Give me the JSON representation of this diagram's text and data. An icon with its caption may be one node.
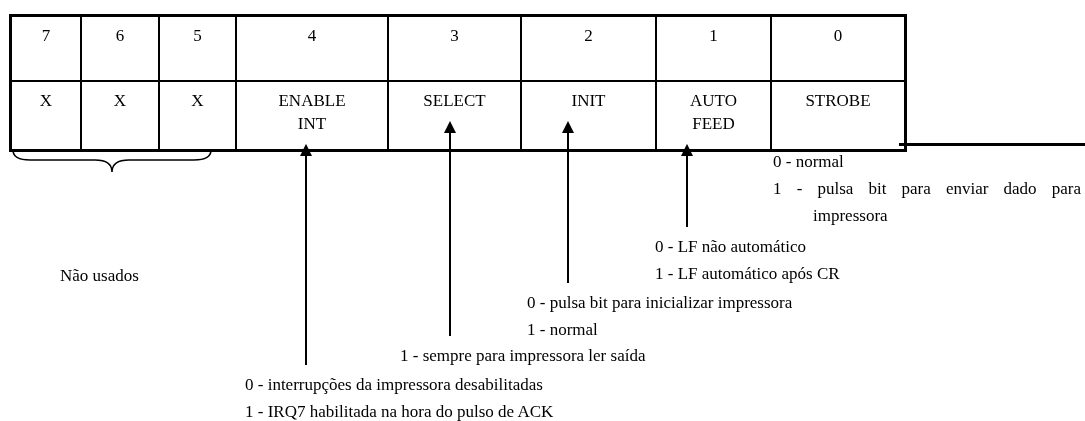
{
  "diagram": {
    "nodes": [
      {
        "text": [
          "ENABLE INT"
        ]
      },
      {
        "text": [
          "SELECT"
        ]
      },
      {
        "text": [
          "INIT"
        ]
      },
      {
        "text": [
          "AUTO FEED"
        ]
      },
      {
        "text": [
          "STROBE"
        ]
      },
      {
        "text": [
          "0 - LF não automático",
          "1 - LF automático após CR"
        ]
      },
      {
        "text": [
          "0 - pulsa bit para inicializar impressora",
          "1 - normal"
        ]
      },
      {
        "text": [
          "1 - sempre para impressora ler saída"
        ]
      },
      {
        "text": [
          "0 - interrupções da impressora desabilitadas",
          "1 - IRQ7 habilitada na hora do pulso de ACK"
        ]
      }
    ],
    "edges": [
      {
        "from": 5,
        "to": 3,
        "arrow": "to"
      },
      {
        "from": 6,
        "to": 2,
        "arrow": "to"
      },
      {
        "from": 7,
        "to": 1,
        "arrow": "to"
      },
      {
        "from": 8,
        "to": 0,
        "arrow": "to"
      }
    ],
    "labels": [
      "7",
      "6",
      "5",
      "4",
      "3",
      "2",
      "1",
      "0",
      "X",
      "X",
      "X",
      "0 - normal",
      "1 - pulsa bit para enviar dado para impressora",
      "Não usados"
    ]
  }
}
